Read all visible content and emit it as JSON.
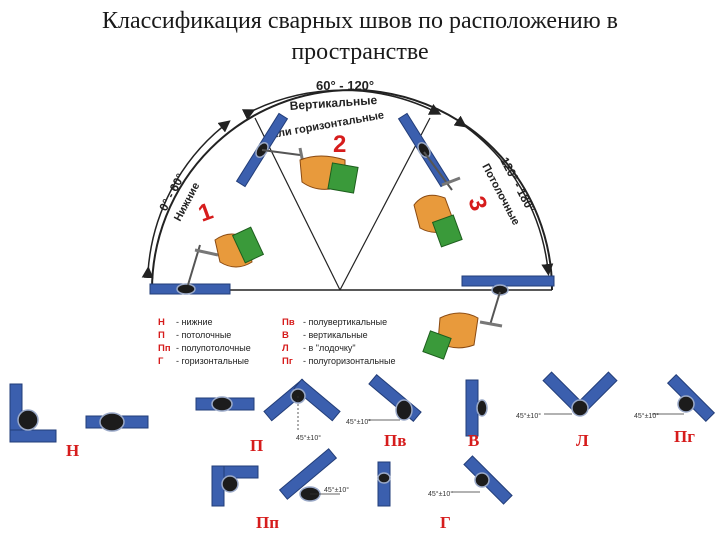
{
  "title": {
    "line1": "Классификация сварных швов по расположению в",
    "line2": "пространстве"
  },
  "sectors": [
    {
      "range": "0° - 60°",
      "name": "Нижние",
      "number": "1"
    },
    {
      "range": "60° - 120°",
      "name_line1": "Вертикальные",
      "name_line2": "или горизонтальные",
      "number": "2"
    },
    {
      "range": "120° - 180°",
      "name": "Потолочные",
      "number": "3"
    }
  ],
  "legend": {
    "left": [
      {
        "key": "Н",
        "text": "- нижние"
      },
      {
        "key": "П",
        "text": "- потолочные"
      },
      {
        "key": "Пп",
        "text": "- полупотолочные"
      },
      {
        "key": "Г",
        "text": "- горизонтальные"
      }
    ],
    "right": [
      {
        "key": "Пв",
        "text": "- полувертикальные"
      },
      {
        "key": "В",
        "text": "- вертикальные"
      },
      {
        "key": "Л",
        "text": "- в \"лодочку\""
      },
      {
        "key": "Пг",
        "text": "- полугоризонтальные"
      }
    ]
  },
  "joints": {
    "n": "Н",
    "p": "П",
    "pv": "Пв",
    "v": "В",
    "l": "Л",
    "pg": "Пг",
    "pp": "Пп",
    "g": "Г"
  },
  "angle_labels": {
    "p": "45°±10°",
    "pv": "45°±10°",
    "l": "45°±10°",
    "pg": "45°±10°",
    "pp": "45°±10°",
    "g": "45°±10°"
  },
  "colors": {
    "plate": "#3b5fae",
    "accent_red": "#d61c1c",
    "hand": "#e89a3c",
    "cuff": "#3a9a3a"
  }
}
